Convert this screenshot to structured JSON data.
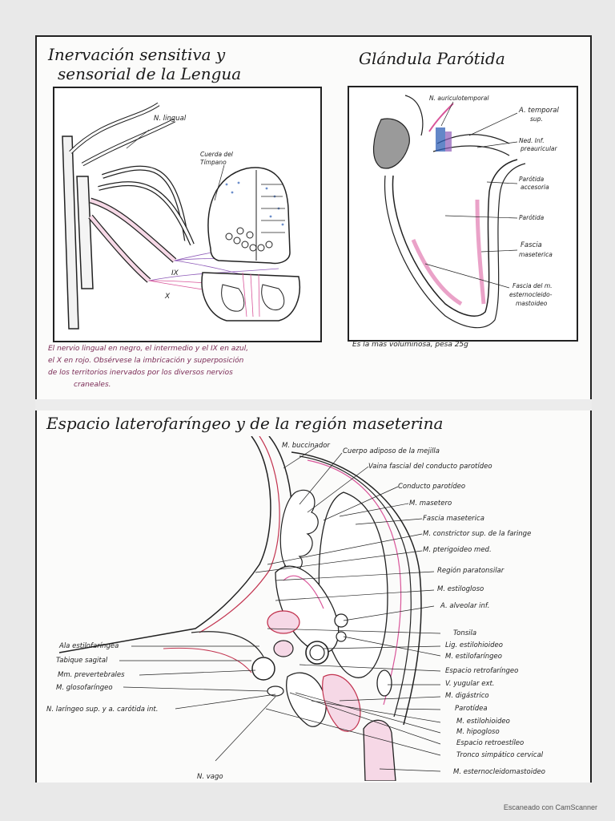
{
  "tongue": {
    "title_line1": "Inervación sensitiva y",
    "title_line2": "sensorial de la Lengua",
    "labels": {
      "n_lingual": "N. lingual",
      "cuerda_l1": "Cuerda del",
      "cuerda_l2": "Tímpano",
      "ix": "IX",
      "x": "X"
    },
    "caption_lines": [
      "El nervio lingual en negro, el intermedio y el IX en azul,",
      "el X en rojo. Obsérvese la imbricación y superposición",
      "de los territorios inervados por los diversos nervios",
      "craneales."
    ]
  },
  "parotid": {
    "title": "Glándula Parótida",
    "labels": {
      "auriculotemporal": "N. auriculotemporal",
      "temporal_l1": "A. temporal",
      "temporal_l2": "sup.",
      "ned_l1": "Ned. Inf.",
      "ned_l2": "preauricular",
      "accesoria_l1": "Parótida",
      "accesoria_l2": "accesoria",
      "parotida": "Parótida",
      "fascia_l1": "Fascia",
      "fascia_l2": "maseterica",
      "fascia_m_l1": "Fascia del m.",
      "fascia_m_l2": "esternocleido-",
      "fascia_m_l3": "mastoideo"
    },
    "caption": "Es la más voluminosa, pesa 25g"
  },
  "space": {
    "title": "Espacio laterofaríngeo y de la región maseterina",
    "right_labels": [
      "M. buccinador",
      "Cuerpo adiposo de la mejilla",
      "Vaina fascial del conducto parotídeo",
      "Conducto parotídeo",
      "M. masetero",
      "Fascia maseterica",
      "M. constrictor sup. de la faringe",
      "M. pterigoideo med.",
      "Región paratonsilar",
      "M. estilogloso",
      "A. alveolar inf.",
      "Tonsila",
      "Lig. estilohioideo",
      "M. estilofaríngeo",
      "Espacio retrofaríngeo",
      "V. yugular ext.",
      "M. digástrico",
      "Parotídea",
      "M. estilohioideo",
      "M. hipogloso",
      "Espacio retroestíleo",
      "Tronco simpático cervical",
      "M. esternocleidomastoideo"
    ],
    "left_labels": [
      "Ala estilofaríngea",
      "Tabique sagital",
      "Mm. prevertebrales",
      "M. glosofaríngeo",
      "N. laríngeo sup. y a. carótida int."
    ],
    "bottom_label": "N. vago"
  },
  "footer": "Escaneado con CamScanner",
  "colors": {
    "ink": "#1a1a1a",
    "pink": "#d9569a",
    "red": "#c2334f",
    "blue": "#2f5fb5",
    "purple": "#8e5bb8"
  }
}
